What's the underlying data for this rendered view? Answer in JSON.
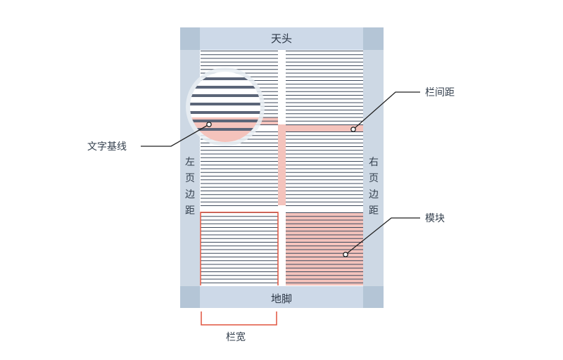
{
  "labels": {
    "header": "天头",
    "footer": "地脚",
    "left_margin": [
      "左",
      "页",
      "边",
      "距"
    ],
    "right_margin": [
      "右",
      "页",
      "边",
      "距"
    ],
    "baseline": "文字基线",
    "gutter": "栏间距",
    "module": "模块",
    "column_width": "栏宽"
  },
  "colors": {
    "page_margin": "#cdd8e4",
    "corner": "#b4c5d6",
    "header_band": "#cdd9e8",
    "text_line": "#3e4a5c",
    "highlight": "#f4c3bc",
    "column_outline": "#e0533f",
    "leader": "#222222"
  }
}
